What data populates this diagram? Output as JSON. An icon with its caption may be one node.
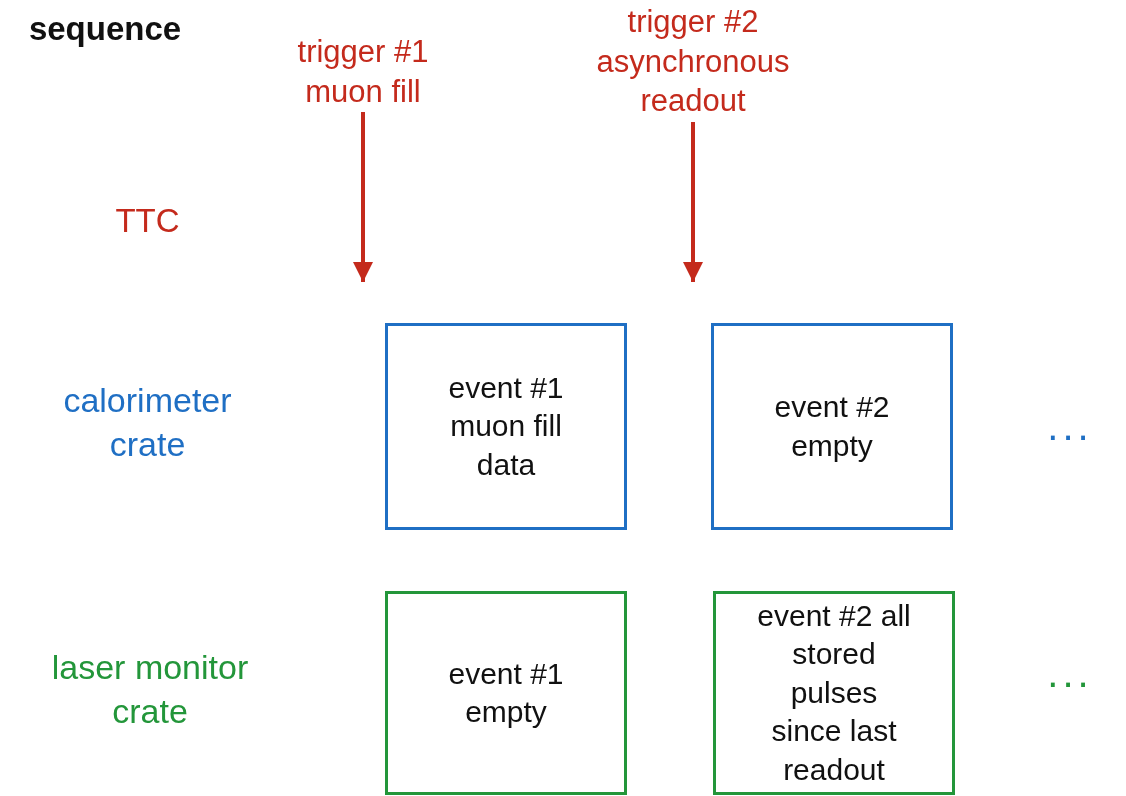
{
  "diagram": {
    "nodes": [
      {
        "text": [
          "trigger #1 muon fill"
        ]
      },
      {
        "text": [
          "trigger #2 asynchronous readout"
        ]
      },
      {
        "text": [
          "event #1 muon fill data"
        ]
      },
      {
        "text": [
          "event #2 empty"
        ]
      },
      {
        "text": [
          "event #1 empty"
        ]
      },
      {
        "text": [
          "event #2 all stored pulses since last readout"
        ]
      }
    ],
    "edges": [
      {
        "from": 0,
        "to": null,
        "arrow": "to"
      },
      {
        "from": 1,
        "to": null,
        "arrow": "to"
      }
    ],
    "labels": [
      "sequence",
      "TTC",
      "calorimeter crate",
      "...",
      "laser monitor crate",
      "..."
    ]
  }
}
